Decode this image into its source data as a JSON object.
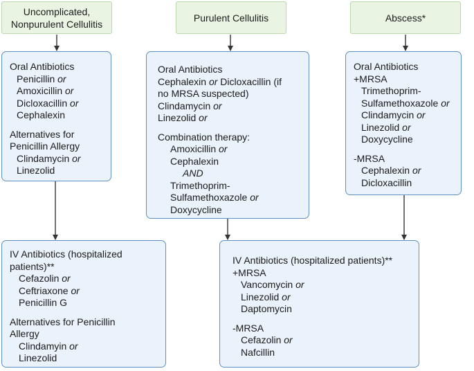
{
  "headers": {
    "uncomplicated": [
      "Uncomplicated,",
      "Nonpurulent Cellulitis"
    ],
    "purulent": "Purulent Cellulitis",
    "abscess": "Abscess*"
  },
  "box1": {
    "title": "Oral Antibiotics",
    "drugs": [
      {
        "name": "Penicillin",
        "conj": "or"
      },
      {
        "name": "Amoxicillin",
        "conj": "or"
      },
      {
        "name": "Dicloxacillin",
        "conj": "or"
      },
      {
        "name": "Cephalexin",
        "conj": ""
      }
    ],
    "alt_title": [
      "Alternatives for",
      "Penicillin Allergy"
    ],
    "alt_drugs": [
      {
        "name": "Clindamycin",
        "conj": "or"
      },
      {
        "name": "Linezolid",
        "conj": ""
      }
    ]
  },
  "box2": {
    "title": "Oral Antibiotics",
    "line1_a": "Cephalexin",
    "line1_conj": "or",
    "line1_b": "Dicloxacillin (if",
    "line2": "no MRSA suspected)",
    "clinda": "Clindamycin",
    "clinda_conj": "or",
    "linezolid": "Linezolid",
    "linezolid_conj": "or",
    "combo_title": "Combination therapy:",
    "amox": "Amoxicillin",
    "amox_conj": "or",
    "ceph": "Cephalexin",
    "and": "AND",
    "tmp1": "Trimethoprim-",
    "tmp2": "Sulfamethoxazole",
    "tmp2_conj": "or",
    "doxy": "Doxycycline"
  },
  "box3": {
    "title": "Oral Antibiotics",
    "plus": "+MRSA",
    "tmp1": "Trimethoprim-",
    "tmp2": "Sulfamethoxazole",
    "tmp2_conj": "or",
    "clinda": "Clindamycin",
    "clinda_conj": "or",
    "linezolid": "Linezolid",
    "linezolid_conj": "or",
    "doxy": "Doxycycline",
    "minus": "-MRSA",
    "ceph": "Cephalexin",
    "ceph_conj": "or",
    "diclox": "Dicloxacillin"
  },
  "box4": {
    "title1": "IV Antibiotics (hospitalized",
    "title2": "patients)**",
    "drugs": [
      {
        "name": "Cefazolin",
        "conj": "or"
      },
      {
        "name": "Ceftriaxone",
        "conj": "or"
      },
      {
        "name": "Penicillin G",
        "conj": ""
      }
    ],
    "alt1": "Alternatives for Penicillin",
    "alt2": "Allergy",
    "alt_drugs": [
      {
        "name": "Clindamyin",
        "conj": "or"
      },
      {
        "name": "Linezolid",
        "conj": ""
      }
    ]
  },
  "box5": {
    "title": "IV Antibiotics (hospitalized patients)**",
    "plus": "+MRSA",
    "plus_drugs": [
      {
        "name": "Vancomycin",
        "conj": "or"
      },
      {
        "name": "Linezolid",
        "conj": "or"
      },
      {
        "name": "Daptomycin",
        "conj": ""
      }
    ],
    "minus": "-MRSA",
    "minus_drugs": [
      {
        "name": "Cefazolin",
        "conj": "or"
      },
      {
        "name": "Nafcillin",
        "conj": ""
      }
    ]
  },
  "colors": {
    "header_fill": "#e9f4e3",
    "box_fill": "#eaf2fb",
    "box_border": "#5d8fc4",
    "arrow": "#333333"
  }
}
